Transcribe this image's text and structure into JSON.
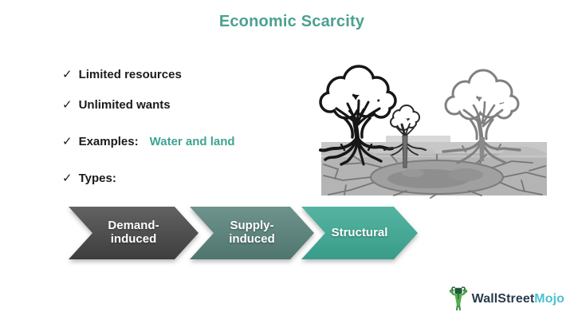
{
  "title": {
    "text": "Economic Scarcity",
    "color": "#4aa18f"
  },
  "bullets": {
    "value_color": "#3ea392",
    "items": [
      {
        "check": "✓",
        "label": "Limited resources",
        "value": ""
      },
      {
        "check": "✓",
        "label": "Unlimited wants",
        "value": ""
      },
      {
        "check": "✓",
        "label": "Examples:",
        "value": "Water and land"
      },
      {
        "check": "✓",
        "label": "Types:",
        "value": ""
      }
    ]
  },
  "process_arrows": {
    "text_color": "#ffffff",
    "items": [
      {
        "label": "Demand-induced",
        "line1": "Demand-",
        "line2": "induced",
        "color_top": "#626262",
        "color_bottom": "#3d3d3d"
      },
      {
        "label": "Supply-induced",
        "line1": "Supply-",
        "line2": "induced",
        "color_top": "#6e938c",
        "color_bottom": "#4f756e"
      },
      {
        "label": "Structural",
        "line1": "Structural",
        "line2": "",
        "color_top": "#55b4a1",
        "color_bottom": "#389c89"
      }
    ]
  },
  "illustration": {
    "icon": "drought-dead-trees-illustration"
  },
  "logo": {
    "icon": "bull-mascot-icon",
    "brand_primary": "WallStreet",
    "brand_accent": "Mojo",
    "primary_color": "#2a3b4d",
    "accent_color": "#4cc0d0"
  }
}
